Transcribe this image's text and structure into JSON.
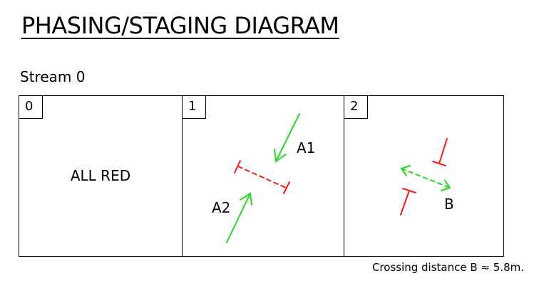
{
  "title": "PHASING/STAGING DIAGRAM",
  "stream_label": "Stream 0",
  "stages": [
    {
      "number": "0",
      "text": "ALL RED"
    },
    {
      "number": "1",
      "labels": [
        "A1",
        "A2"
      ]
    },
    {
      "number": "2",
      "labels": [
        "B"
      ]
    }
  ],
  "colors": {
    "traffic": "#22dd22",
    "pedestrian_red": "#ff1a1a",
    "pedestrian_green": "#22dd22"
  },
  "footnote": "Crossing distance B ≈ 5.8m."
}
